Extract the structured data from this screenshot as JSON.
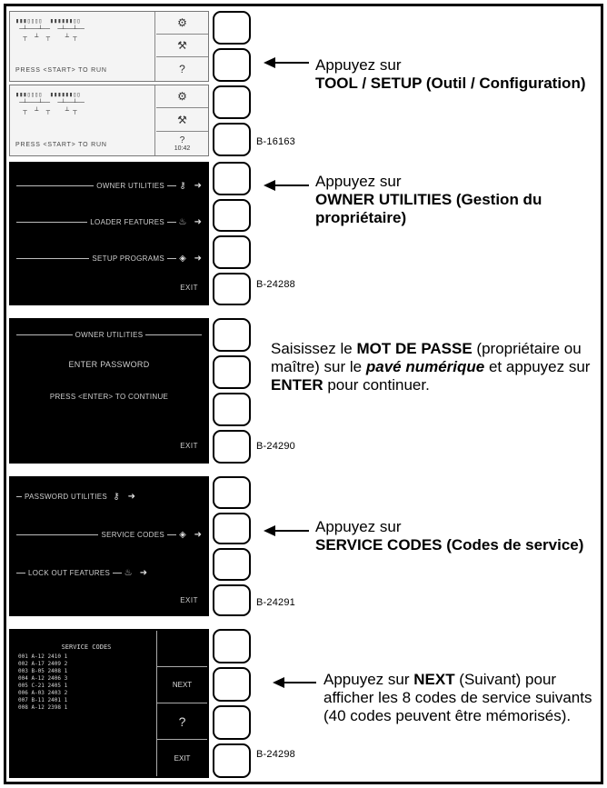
{
  "panel1": {
    "figure_code": "B-16163",
    "callout_prefix": "Appuyez sur",
    "callout_bold": "TOOL / SETUP (Outil / Configuration)",
    "screen_top": {
      "press_text": "PRESS <START> TO RUN",
      "side_question": "?"
    },
    "screen_bottom": {
      "press_text": "PRESS <START> TO RUN",
      "side_question": "?",
      "clock": "10:42"
    }
  },
  "panel2": {
    "figure_code": "B-24288",
    "callout_prefix": "Appuyez sur",
    "callout_bold": "OWNER UTILITIES (Gestion du propriétaire)",
    "menu": [
      "OWNER UTILITIES",
      "LOADER FEATURES",
      "SETUP PROGRAMS"
    ],
    "exit": "EXIT"
  },
  "panel3": {
    "figure_code": "B-24290",
    "text_part1": "Saisissez le ",
    "text_bold1": "MOT DE PASSE",
    "text_part2": " (propriétaire ou maître) sur le ",
    "text_bolditalic": "pavé numérique",
    "text_part3": " et appuyez sur ",
    "text_bold2": "ENTER",
    "text_part4": " pour continuer.",
    "screen_header": "OWNER UTILITIES",
    "screen_line1": "ENTER PASSWORD",
    "screen_line2": "PRESS <ENTER> TO CONTINUE",
    "exit": "EXIT"
  },
  "panel4": {
    "figure_code": "B-24291",
    "callout_prefix": "Appuyez sur",
    "callout_bold": "SERVICE CODES (Codes de service)",
    "menu": [
      "PASSWORD UTILITIES",
      "SERVICE CODES",
      "LOCK OUT FEATURES"
    ],
    "exit": "EXIT"
  },
  "panel5": {
    "figure_code": "B-24298",
    "callout_prefix": "Appuyez sur ",
    "callout_bold": "NEXT",
    "callout_rest": " (Suivant) pour afficher les 8 codes de service suivants (40 codes peuvent être mémorisés).",
    "screen_title": "SERVICE CODES",
    "table_rows": [
      "001  A-12  2410  1",
      "002  A-17  2409  2",
      "003  B-05  2408  1",
      "004  A-12  2406  3",
      "005  C-21  2405  1",
      "006  A-03  2403  2",
      "007  B-11  2401  1",
      "008  A-12  2398  1"
    ],
    "side_next": "NEXT",
    "side_question": "?",
    "side_exit": "EXIT"
  }
}
